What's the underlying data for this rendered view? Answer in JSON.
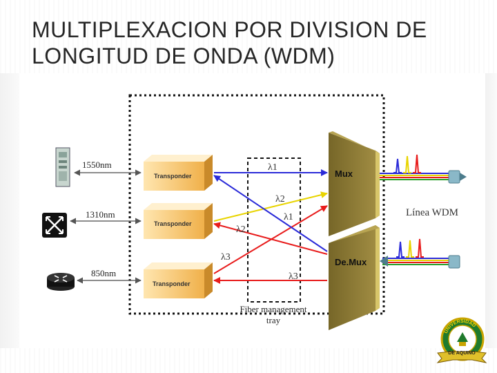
{
  "title": {
    "line1": "MULTIPLEXACION POR DIVISION DE",
    "line2": "LONGITUD DE ONDA (WDM)"
  },
  "diagram": {
    "devices": [
      {
        "name": "server",
        "icon": "server-icon",
        "wavelength": "1550nm"
      },
      {
        "name": "switch",
        "icon": "switch-icon",
        "wavelength": "1310nm"
      },
      {
        "name": "router",
        "icon": "router-icon",
        "wavelength": "850nm"
      }
    ],
    "transponder_label": "Transponder",
    "mux_label": "Mux",
    "demux_label": "De.Mux",
    "wdm_line_label": "Línea WDM",
    "fiber_tray_line1": "Fiber management",
    "fiber_tray_line2": "tray",
    "lambda_labels": {
      "l1_top": "λ1",
      "l2_upper": "λ2",
      "l1_mid": "λ1",
      "l2_left": "λ2",
      "l3_left": "λ3",
      "l3_bottom": "λ3"
    },
    "colors": {
      "blue": "#2a2ad8",
      "yellow": "#e8d400",
      "red": "#e81c1c",
      "transponder": "#f5c26a",
      "mux": "#8c7a34",
      "fiber_end": "#8ab8c8"
    }
  },
  "logo": {
    "arc_text": "UNIVERSIDAD",
    "banner_text": "DE AQUINO"
  }
}
